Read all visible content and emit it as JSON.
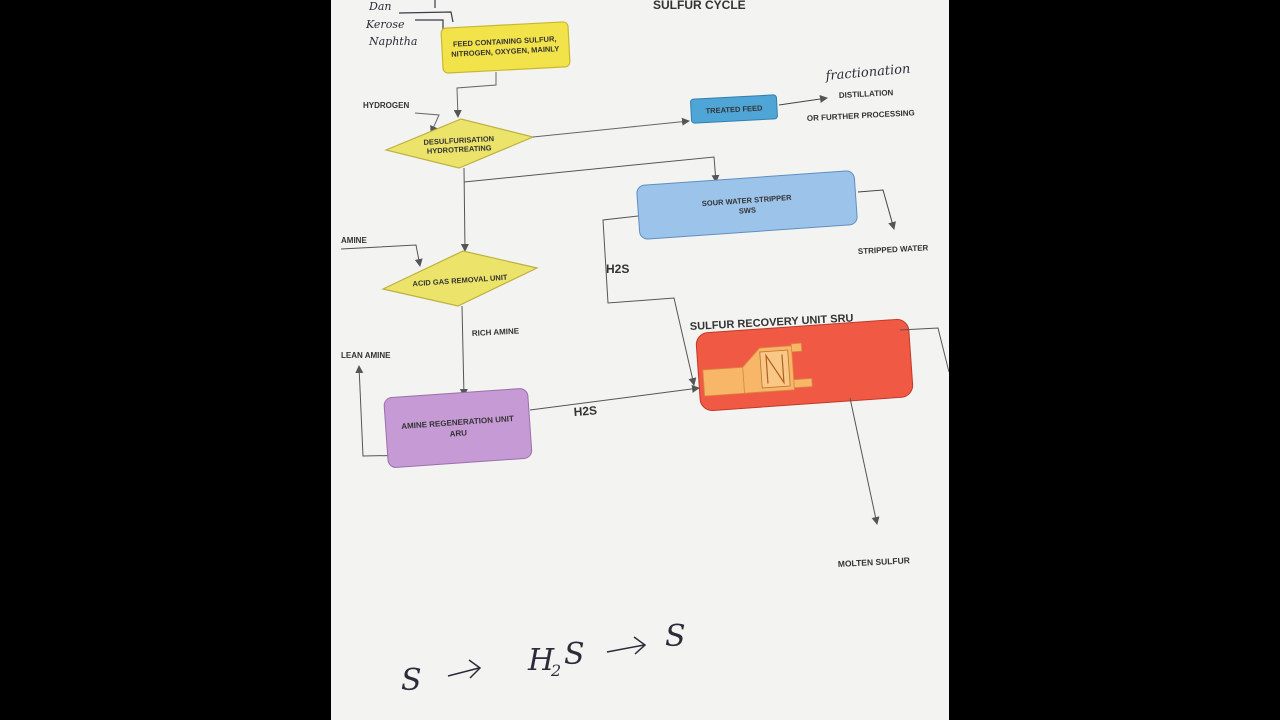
{
  "diagram": {
    "title": "SULFUR CYCLE",
    "handwritten": {
      "top_notes": [
        "Dan",
        "Kerose",
        "Naphtha"
      ],
      "fractionation": "fractionation",
      "equation": {
        "left": "S",
        "middle": "H",
        "subscript": "2",
        "middle_tail": "S",
        "right": "S"
      }
    },
    "nodes": {
      "feed": {
        "line1": "FEED CONTAINING SULFUR,",
        "line2": "NITROGEN, OXYGEN, MAINLY"
      },
      "desulf": {
        "line1": "DESULFURISATION",
        "line2": "HYDROTREATING"
      },
      "treated_feed": "TREATED FEED",
      "sws": {
        "line1": "SOUR WATER STRIPPER",
        "line2": "SWS"
      },
      "acid_gas": "ACID GAS REMOVAL UNIT",
      "aru": {
        "line1": "AMINE REGENERATION UNIT",
        "line2": "ARU"
      },
      "sru_title": "SULFUR RECOVERY UNIT SRU"
    },
    "labels": {
      "hydrogen": "HYDROGEN",
      "distillation": "DISTILLATION",
      "further_processing": "OR FURTHER PROCESSING",
      "amine": "AMINE",
      "h2s_top": "H2S",
      "stripped_water": "STRIPPED WATER",
      "rich_amine": "RICH AMINE",
      "lean_amine": "LEAN AMINE",
      "h2s_bottom": "H2S",
      "molten_sulfur": "MOLTEN SULFUR"
    },
    "colors": {
      "feed": "#f3e34a",
      "diamond": "#ece46a",
      "treated_feed": "#4fa6d6",
      "sws": "#9cc3ea",
      "aru": "#c69ad4",
      "sru": "#f05a45",
      "sru_inner": "#f7b668"
    }
  }
}
